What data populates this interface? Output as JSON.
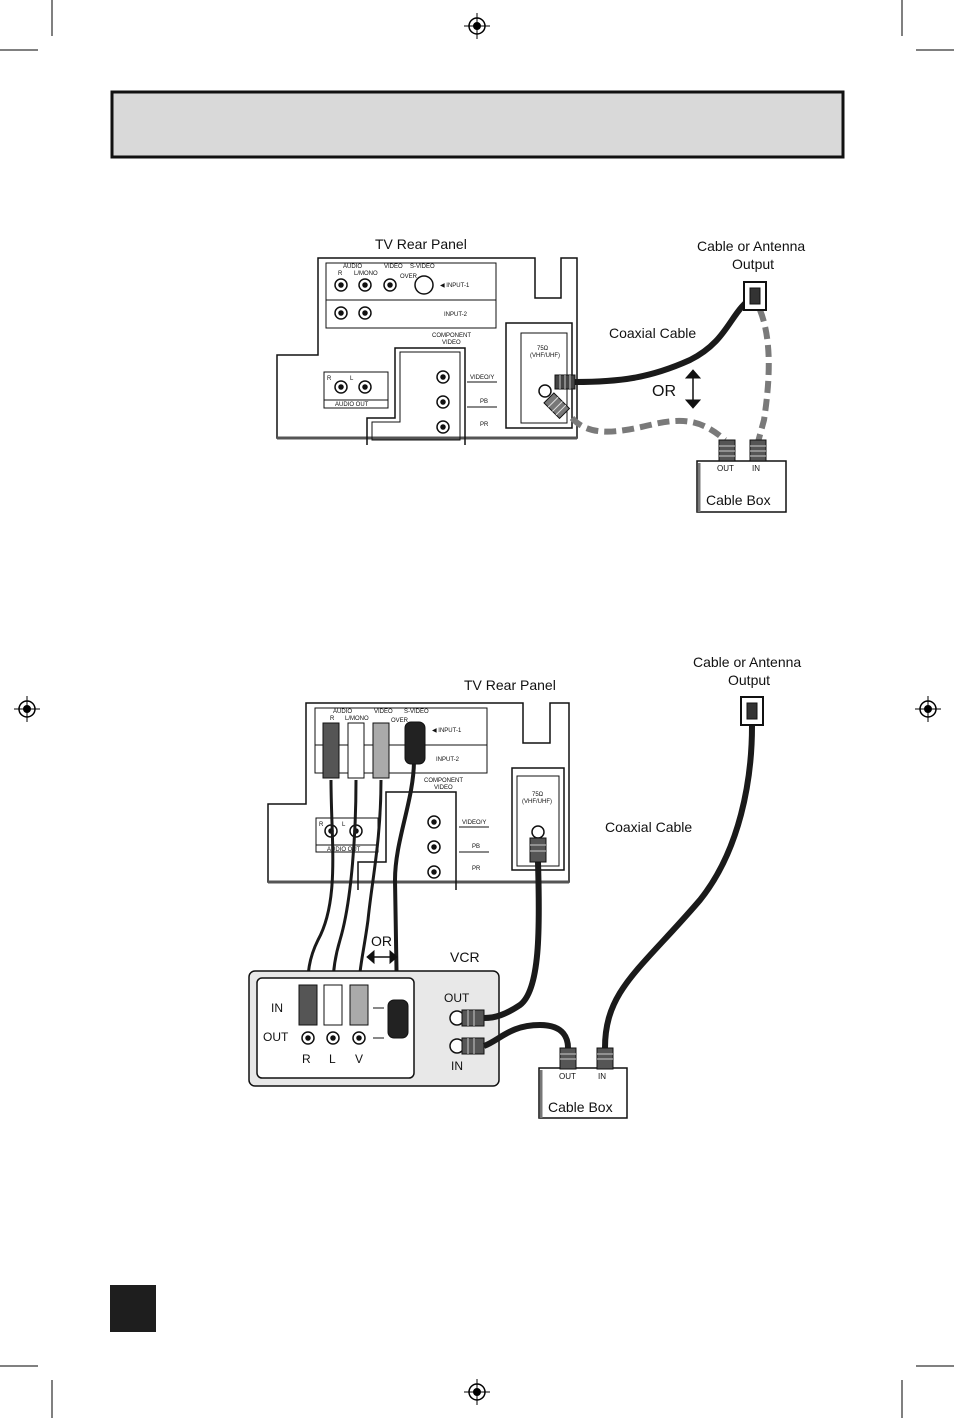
{
  "header": {
    "title_bar": ""
  },
  "diagram1": {
    "tv_rear_panel": "TV Rear Panel",
    "antenna_line1": "Cable or Antenna",
    "antenna_line2": "Output",
    "coaxial_cable": "Coaxial Cable",
    "or": "OR",
    "cable_box": "Cable Box",
    "box_out": "OUT",
    "box_in": "IN",
    "panel": {
      "audio": "AUDIO",
      "video": "VIDEO",
      "svideo": "S-VIDEO",
      "r": "R",
      "lmono": "L/MONO",
      "over": "OVER",
      "input1": "◀ INPUT-1",
      "input2": "INPUT-2",
      "component_line1": "COMPONENT",
      "component_line2": "VIDEO",
      "audio_out": "AUDIO OUT",
      "ar": "R",
      "al": "L",
      "video_y": "VIDEO/Y",
      "pb": "PB",
      "pr": "PR",
      "ohm_line1": "75Ω",
      "ohm_line2": "(VHF/UHF)"
    }
  },
  "diagram2": {
    "tv_rear_panel": "TV Rear Panel",
    "antenna_line1": "Cable or Antenna",
    "antenna_line2": "Output",
    "coaxial_cable": "Coaxial Cable",
    "or": "OR",
    "vcr": "VCR",
    "vcr_in": "IN",
    "vcr_out": "OUT",
    "vcr_r": "R",
    "vcr_l": "L",
    "vcr_v": "V",
    "vcr_ant_out": "OUT",
    "vcr_ant_in": "IN",
    "cable_box": "Cable Box",
    "box_out": "OUT",
    "box_in": "IN",
    "panel": {
      "audio": "AUDIO",
      "video": "VIDEO",
      "svideo": "S-VIDEO",
      "r": "R",
      "lmono": "L/MONO",
      "over": "OVER",
      "input1": "◀ INPUT-1",
      "input2": "INPUT-2",
      "component_line1": "COMPONENT",
      "component_line2": "VIDEO",
      "audio_out": "AUDIO OUT",
      "ar": "R",
      "al": "L",
      "video_y": "VIDEO/Y",
      "pb": "PB",
      "pr": "PR",
      "ohm_line1": "75Ω",
      "ohm_line2": "(VHF/UHF)"
    }
  },
  "colors": {
    "header_fill": "#d9d9d9",
    "cable": "#1a1a1a",
    "dashed_cable": "#7a7a7a",
    "vcr_fill": "#e8e8e8"
  }
}
